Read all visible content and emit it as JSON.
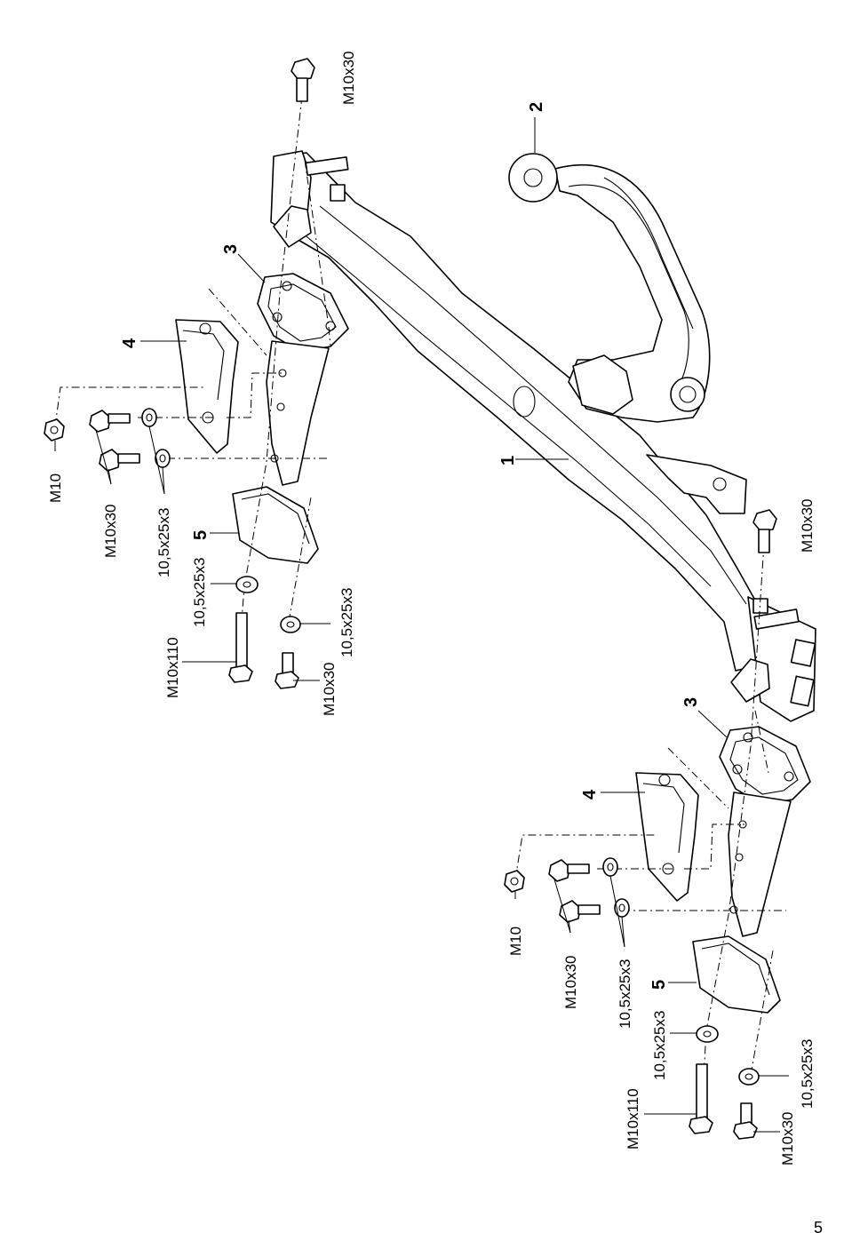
{
  "page_number": "5",
  "callouts": {
    "main_beam": "1",
    "tow_ball": "2",
    "bracket": "3",
    "side_plate": "4",
    "cover_plate": "5"
  },
  "left_group": {
    "top_bolt": "M10x30",
    "nut": "M10",
    "bolt_upper": "M10x30",
    "washer_upper": "10,5x25x3",
    "washer_mid": "10,5x25x3",
    "washer_low": "10,5x25x3",
    "long_bolt": "M10x110",
    "short_bolt": "M10x30"
  },
  "right_group": {
    "top_bolt": "M10x30",
    "nut": "M10",
    "bolt_upper": "M10x30",
    "washer_upper": "10,5x25x3",
    "washer_mid": "10,5x25x3",
    "washer_low": "10,5x25x3",
    "long_bolt": "M10x110",
    "short_bolt": "M10x30"
  },
  "icons": [
    "hex-bolt-icon",
    "hex-nut-icon",
    "washer-icon",
    "tow-ball-icon"
  ]
}
